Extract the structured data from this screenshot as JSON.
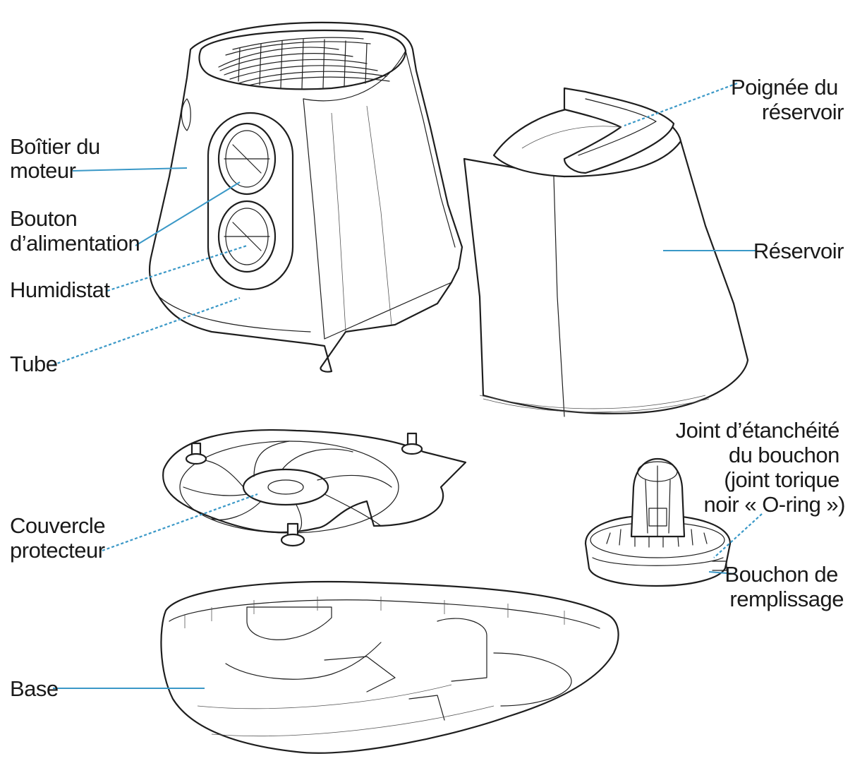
{
  "labels": {
    "motor_housing": [
      "Boîtier du",
      "moteur"
    ],
    "power_button": [
      "Bouton",
      "d’alimentation"
    ],
    "humidistat": [
      "Humidistat"
    ],
    "tube": [
      "Tube"
    ],
    "tank_handle": [
      "Poignée du",
      "réservoir"
    ],
    "tank": [
      "Réservoir"
    ],
    "cap_seal": [
      "Joint d’étanchéité",
      "du bouchon",
      "(joint torique",
      "noir « O-ring »)"
    ],
    "fill_cap": [
      "Bouchon de",
      "remplissage"
    ],
    "protective_cover": [
      "Couvercle",
      "protecteur"
    ],
    "base": [
      "Base"
    ]
  },
  "colors": {
    "leader": "#3a98c7",
    "outline": "#1e1e1e",
    "background": "#ffffff"
  }
}
